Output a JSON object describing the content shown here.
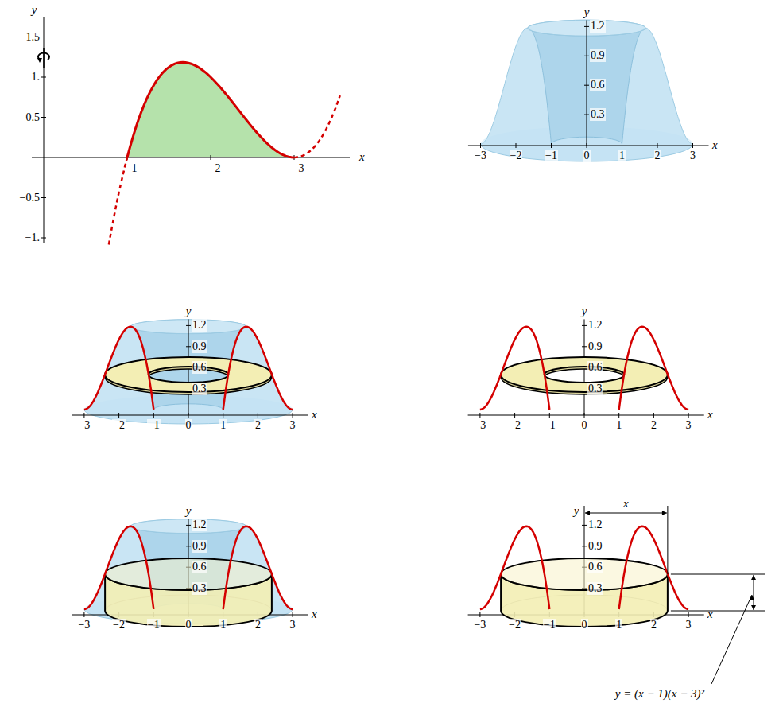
{
  "diagram": {
    "labels": [
      "y",
      "1.5",
      "1.",
      "0.5",
      "−0.5",
      "−1.",
      "1",
      "2",
      "3",
      "x",
      "y",
      "1.2",
      "0.9",
      "0.6",
      "0.3",
      "−3",
      "−2",
      "−1",
      "0",
      "1",
      "2",
      "3",
      "x",
      "y",
      "1.2",
      "0.9",
      "0.6",
      "0.3",
      "−3",
      "−2",
      "−1",
      "0",
      "1",
      "2",
      "3",
      "x",
      "y",
      "1.2",
      "0.9",
      "0.6",
      "0.3",
      "−3",
      "−2",
      "−1",
      "0",
      "1",
      "2",
      "3",
      "x",
      "y",
      "1.2",
      "0.9",
      "0.6",
      "0.3",
      "−3",
      "−2",
      "−1",
      "0",
      "1",
      "2",
      "3",
      "x",
      "y",
      "1.2",
      "0.9",
      "0.6",
      "0.3",
      "−3",
      "−2",
      "−1",
      "0",
      "1",
      "2",
      "3",
      "x",
      "x",
      "y = (x − 1)(x − 3)²"
    ]
  }
}
